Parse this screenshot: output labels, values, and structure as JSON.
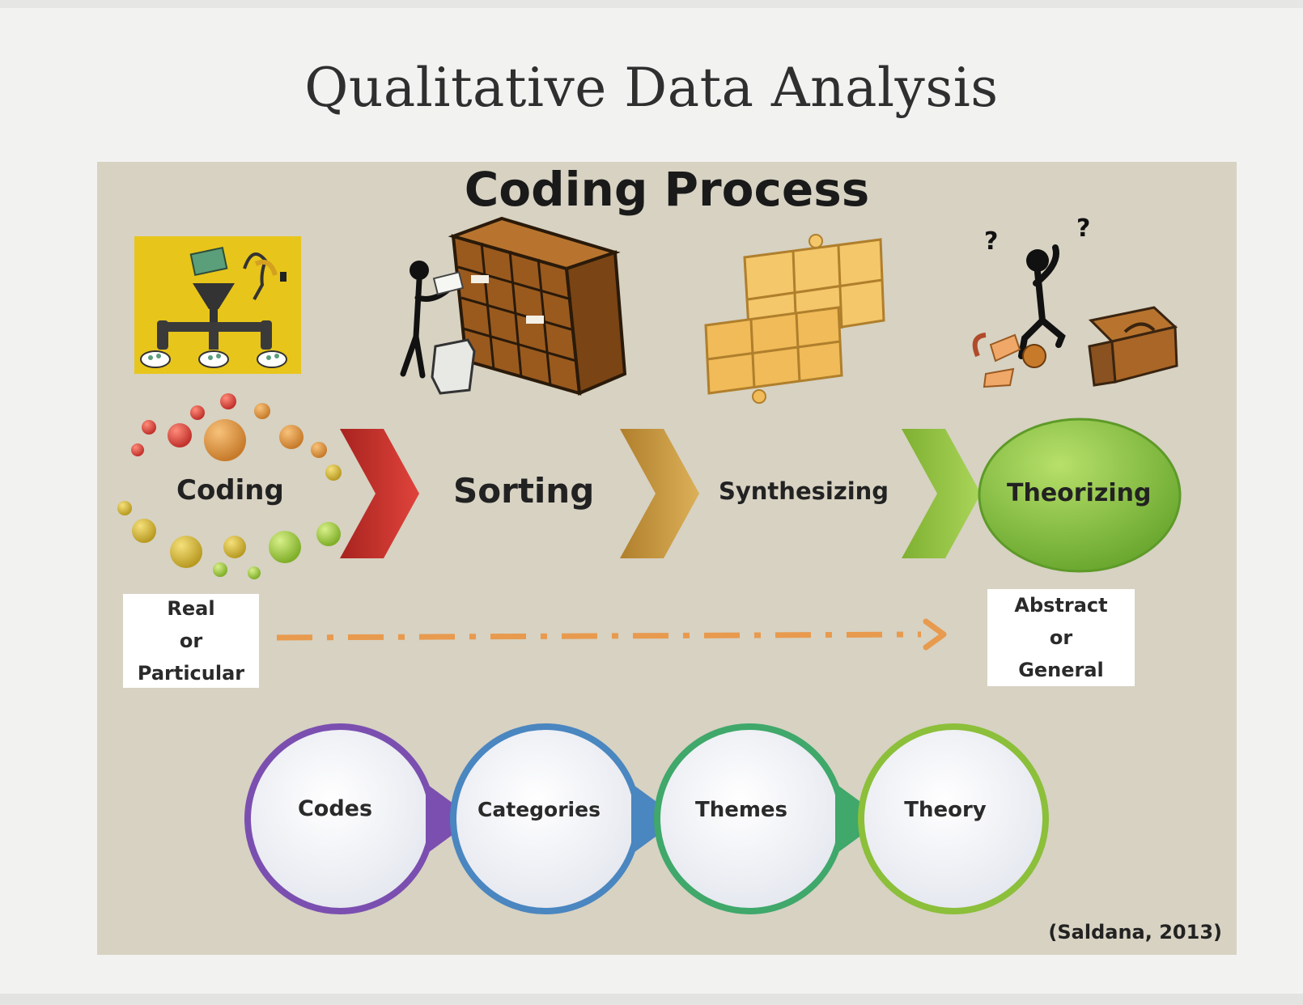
{
  "slide": {
    "title": "Qualitative Data Analysis"
  },
  "diagram": {
    "title": "Coding Process",
    "stages": [
      {
        "label": "Coding",
        "icon": "funnel-pipeline-icon"
      },
      {
        "label": "Sorting",
        "icon": "sorting-cabinet-icon"
      },
      {
        "label": "Synthesizing",
        "icon": "puzzle-pieces-icon"
      },
      {
        "label": "Theorizing",
        "icon": "thinking-figure-icon"
      }
    ],
    "arrow_colors": [
      "#c8322f",
      "#c99a3a",
      "#8fbf3a"
    ],
    "theorizing_fill": "#7fbf3a",
    "continuum": {
      "start": [
        "Real",
        "or",
        "Particular"
      ],
      "end": [
        "Abstract",
        "or",
        "General"
      ],
      "arrow_color": "#e89a4e"
    },
    "progression": [
      {
        "label": "Codes",
        "color": "#7b4fb0"
      },
      {
        "label": "Categories",
        "color": "#4a86c0"
      },
      {
        "label": "Themes",
        "color": "#3fa86a"
      },
      {
        "label": "Theory",
        "color": "#8cbf3a"
      }
    ],
    "citation": "(Saldana, 2013)"
  }
}
